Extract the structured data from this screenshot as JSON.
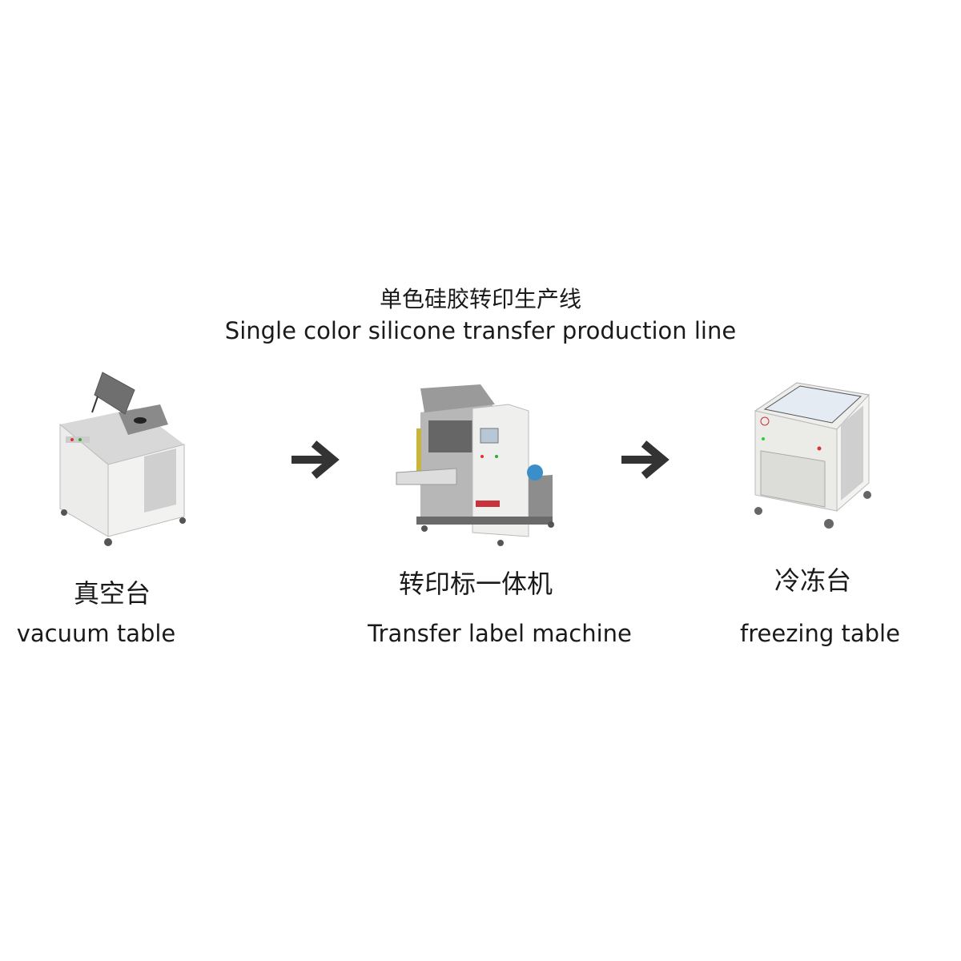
{
  "title": {
    "zh": "单色硅胶转印生产线",
    "en": "Single color silicone transfer production line"
  },
  "stages": [
    {
      "zh": "真空台",
      "en": "vacuum table",
      "icon": "vacuum-table-machine"
    },
    {
      "zh": "转印标一体机",
      "en": "Transfer label machine",
      "icon": "transfer-label-machine"
    },
    {
      "zh": "冷冻台",
      "en": "freezing table",
      "icon": "freezing-table-machine"
    }
  ],
  "arrows": [
    "arrow-right-icon",
    "arrow-right-icon"
  ],
  "colors": {
    "text": "#1a1a1a",
    "arrow": "#333333",
    "machine_body": "#e9e9e6",
    "accent_red": "#c8323a"
  }
}
